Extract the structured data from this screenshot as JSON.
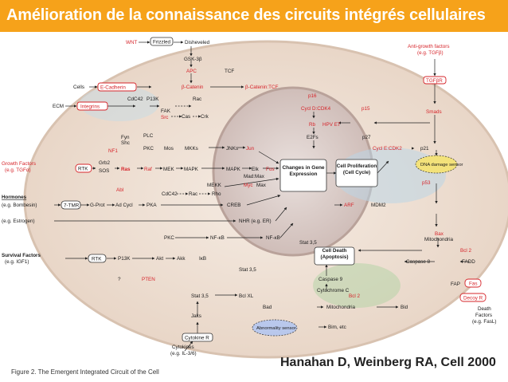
{
  "slide": {
    "title": "Amélioration de la connaissance des circuits intégrés cellulaires",
    "caption": "Figure 2. The Emergent Integrated Circuit of the Cell",
    "citation": "Hanahan D, Weinberg RA, Cell 2000"
  },
  "colors": {
    "banner": "#f6a21a",
    "highlight": "#d6242a",
    "cell": "#efe2d6",
    "nucleus": "#ddd0cc"
  },
  "nodes": {
    "wnt": "WNT",
    "frizzled": "Frizzled",
    "disheveled": "Disheveled",
    "gsk3b": "GSK-3β",
    "apc": "APC",
    "tcf_top": "TCF",
    "cells": "Cells",
    "ecadherin": "E-Cadherin",
    "bcatenin": "β-Catenin",
    "bcatenin_tcf": "β-Catenin:TCF",
    "antigrowth": "Anti-growth factors",
    "antigrowth_eg": "(e.g. TGFβ)",
    "tgfbr": "TGFβR",
    "ecm": "ECM",
    "integrins": "Integrins",
    "cdc42_top": "CdC42",
    "p13k_top": "P13K",
    "rac_top": "Rac",
    "fak": "FAK",
    "src": "Src",
    "cas": "Cas",
    "crk": "Crk",
    "p16": "p16",
    "cycd": "Cycl D:CDK4",
    "p15": "p15",
    "rb": "Rb",
    "hpv": "HPV E7",
    "smads": "Smads",
    "e2fs": "E2Fs",
    "p27": "p27",
    "fyn": "Fyn",
    "shc": "Shc",
    "plc": "PLC",
    "pkc_mid": "PKC",
    "mos": "Mos",
    "mkks": "MKKs",
    "jnks": "JNKs",
    "jun": "Jun",
    "nf1": "NF1",
    "growth": "Growth Factors",
    "growth_eg": "(e.g. TGFα)",
    "rtk1": "RTK",
    "grb2": "Grb2",
    "sos": "SOS",
    "ras": "Ras",
    "raf": "Raf",
    "mek": "MEK",
    "mapk": "MAPK",
    "mapk2": "MAPK",
    "elk": "Elk",
    "fos": "Fos",
    "madmax": "Mad:Max",
    "mekk": "MEKK",
    "myc": "Myc",
    "max": "Max",
    "changes": "Changes in Gene Expression",
    "cellprolif": "Cell Proliferation (Cell Cycle)",
    "cyce": "Cycl E:CDK2",
    "p21": "p21",
    "dna_damage": "DNA damage sensor",
    "abl": "Abl",
    "cdc42_mid": "CdC42",
    "rac_mid": "Rac",
    "rho": "Rho",
    "p53": "p53",
    "hormones": "Hormones",
    "bombesin": "(e.g. Bombesin)",
    "tmr": "7-TMR",
    "gprot": "G-Prot",
    "adcyc": "Ad Cycl",
    "pka": "PKA",
    "creb": "CREB",
    "arf": "ARF",
    "mdm2": "MDM2",
    "estrogen": "(e.g. Estrogen)",
    "nhr": "NHR (e.g. ER)",
    "bax": "Bax",
    "pkc_low": "PKC",
    "nfkb1": "NF-κB",
    "nfkb2": "NF-κB",
    "mito_top": "Mitochondria",
    "stat35_a": "Stat 3,5",
    "survival": "Survival Factors",
    "survival_eg": "(e.g. IGF1)",
    "rtk2": "RTK",
    "p13k_low": "P13K",
    "akt": "Akt",
    "akk": "Akk",
    "ikb": "IκB",
    "celldeath": "Cell Death (Apoptosis)",
    "caspase8": "Caspase 8",
    "bcl2_right": "Bcl 2",
    "fadd": "FADD",
    "q": "?",
    "pten": "PTEN",
    "stat35_b": "Stat 3,5",
    "caspase9": "Caspase 9",
    "fap": "FAP",
    "fas": "Fas",
    "cytc": "Cytochrome C",
    "stat35_c": "Stat 3,5",
    "bclxl": "Bcl XL",
    "bcl2_low": "Bcl 2",
    "decoyr": "Decoy R",
    "bad": "Bad",
    "mito_low": "Mitochondria",
    "bid": "Bid",
    "jaks": "Jaks",
    "abnormality": "Abnormality sensor",
    "bim": "Bim, etc",
    "death": "Death",
    "factors": "Factors",
    "fasl": "(e.g. FasL)",
    "cytokiner": "Cytokine R",
    "cytokines": "Cytokines",
    "cytokines_eg": "(e.g. IL-3/6)"
  }
}
